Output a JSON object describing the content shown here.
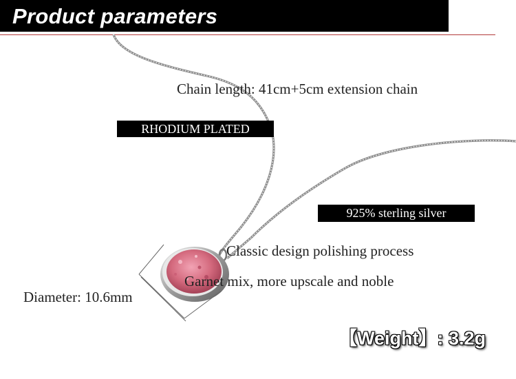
{
  "header": {
    "title": "Product parameters"
  },
  "specs": {
    "chain_length": "Chain length: 41cm+5cm extension chain",
    "plating": "RHODIUM PLATED",
    "material": "925% sterling silver",
    "design": "Classic design  polishing process",
    "stone": "Garnet mix, more upscale and noble",
    "diameter": "Diameter:  10.6mm",
    "weight": "【Weight】: 3.2g"
  },
  "colors": {
    "header_bg": "#000000",
    "accent_line": "#b23a3a",
    "stone": "#d46a7e",
    "silver": "#b9b9b9"
  }
}
